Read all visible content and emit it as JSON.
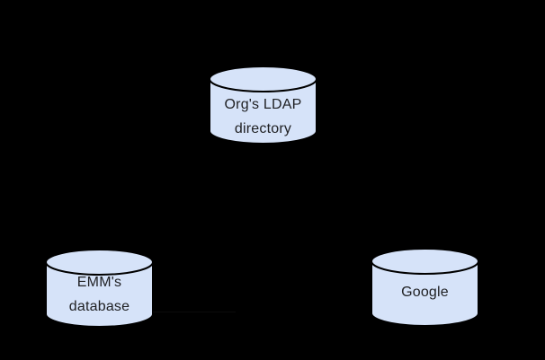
{
  "diagram": {
    "background_color": "#000000",
    "node_fill_color": "#d6e3f9",
    "node_stroke_color": "#000000",
    "label_color": "#202124",
    "nodes": [
      {
        "id": "orgs-ldap-directory",
        "shape": "database-cylinder",
        "lines": [
          "Org's LDAP",
          "directory"
        ]
      },
      {
        "id": "emms-database",
        "shape": "database-cylinder",
        "lines": [
          "EMM's",
          "database"
        ]
      },
      {
        "id": "google",
        "shape": "database-cylinder",
        "lines": [
          "Google"
        ]
      }
    ]
  }
}
